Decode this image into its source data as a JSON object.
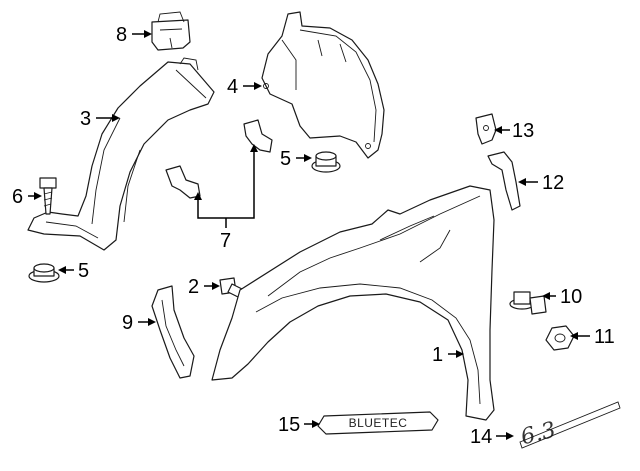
{
  "diagram": {
    "callouts": [
      {
        "id": "c1",
        "label": "1",
        "part": "fender"
      },
      {
        "id": "c2",
        "label": "2",
        "part": "fender-bolt"
      },
      {
        "id": "c3",
        "label": "3",
        "part": "rear-fender-liner"
      },
      {
        "id": "c4",
        "label": "4",
        "part": "front-fender-liner"
      },
      {
        "id": "c5a",
        "label": "5",
        "part": "liner-nut-lower"
      },
      {
        "id": "c5b",
        "label": "5",
        "part": "liner-nut-upper"
      },
      {
        "id": "c6",
        "label": "6",
        "part": "liner-screw"
      },
      {
        "id": "c7",
        "label": "7",
        "part": "push-retainers"
      },
      {
        "id": "c8",
        "label": "8",
        "part": "clip"
      },
      {
        "id": "c9",
        "label": "9",
        "part": "fender-bracket"
      },
      {
        "id": "c10",
        "label": "10",
        "part": "fender-bolt-collar"
      },
      {
        "id": "c11",
        "label": "11",
        "part": "fender-nut"
      },
      {
        "id": "c12",
        "label": "12",
        "part": "upper-bracket"
      },
      {
        "id": "c13",
        "label": "13",
        "part": "small-bracket"
      },
      {
        "id": "c14",
        "label": "14",
        "part": "emblem"
      },
      {
        "id": "c15",
        "label": "15",
        "part": "badge"
      }
    ],
    "badge_text": "BLUETEC",
    "emblem_text": "6.3"
  },
  "colors": {
    "line": "#1a1a1a",
    "background": "#ffffff"
  }
}
